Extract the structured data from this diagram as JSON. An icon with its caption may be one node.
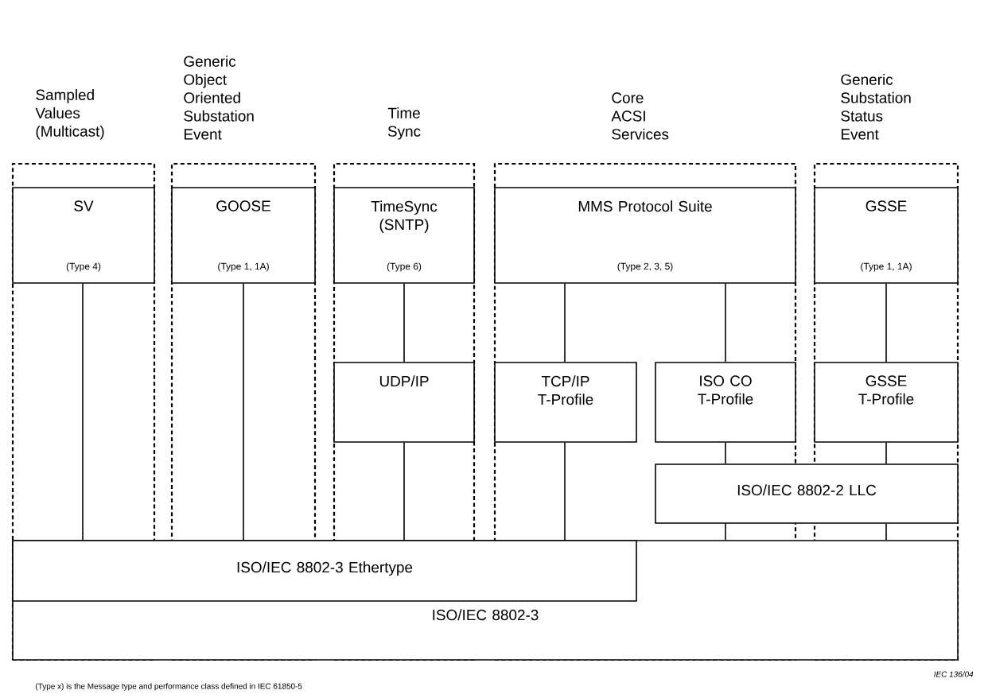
{
  "diagram": {
    "nodes": [
      {
        "text": [
          "Sampled Values (Multicast)"
        ]
      },
      {
        "text": [
          "SV",
          "(Type 4)"
        ],
        "in": 0
      },
      {
        "text": [
          "Generic Object Oriented Substation Event"
        ]
      },
      {
        "text": [
          "GOOSE",
          "(Type 1, 1A)"
        ],
        "in": 2
      },
      {
        "text": [
          "Time Sync"
        ]
      },
      {
        "text": [
          "TimeSync (SNTP)",
          "(Type 6)"
        ],
        "in": 4
      },
      {
        "text": [
          "UDP/IP"
        ],
        "in": 4
      },
      {
        "text": [
          "Core ACSI Services"
        ]
      },
      {
        "text": [
          "MMS Protocol Suite",
          "(Type 2, 3, 5)"
        ],
        "in": 7
      },
      {
        "text": [
          "TCP/IP T-Profile"
        ],
        "in": 7
      },
      {
        "text": [
          "ISO CO T-Profile"
        ],
        "in": 7
      },
      {
        "text": [
          "Generic Substation Status Event"
        ]
      },
      {
        "text": [
          "GSSE",
          "(Type 1, 1A)"
        ],
        "in": 11
      },
      {
        "text": [
          "GSSE T-Profile"
        ],
        "in": 11
      },
      {
        "text": [
          "ISO/IEC 8802-2 LLC"
        ]
      },
      {
        "text": [
          "ISO/IEC 8802-3"
        ]
      },
      {
        "text": [
          "ISO/IEC 8802-3 Ethertype"
        ],
        "in": 15
      }
    ],
    "edges": [
      {
        "from": 1,
        "to": 16,
        "arrow": "none"
      },
      {
        "from": 3,
        "to": 16,
        "arrow": "none"
      },
      {
        "from": 5,
        "to": 6,
        "arrow": "none"
      },
      {
        "from": 6,
        "to": 16,
        "arrow": "none"
      },
      {
        "from": 8,
        "to": 9,
        "arrow": "none"
      },
      {
        "from": 8,
        "to": 10,
        "arrow": "none"
      },
      {
        "from": 9,
        "to": 16,
        "arrow": "none"
      },
      {
        "from": 10,
        "to": 14,
        "arrow": "none"
      },
      {
        "from": 14,
        "to": 15,
        "arrow": "none"
      },
      {
        "from": 12,
        "to": 13,
        "arrow": "none"
      },
      {
        "from": 13,
        "to": 14,
        "arrow": "none"
      },
      {
        "from": 14,
        "to": 15,
        "arrow": "none"
      }
    ],
    "labels": [
      "(Type x) is the Message type and performance class defined in IEC 61850-5",
      "IEC 136/04"
    ]
  }
}
